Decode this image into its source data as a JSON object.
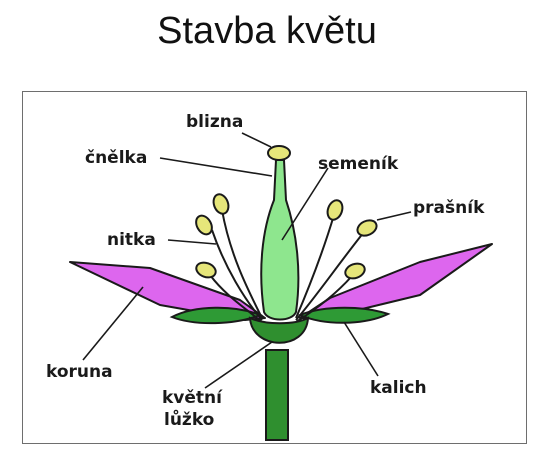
{
  "title": "Stavba květu",
  "labels": {
    "blizna": "blizna",
    "cnelka": "čnělka",
    "semenik": "semeník",
    "prasnik": "prašník",
    "nitka": "nitka",
    "koruna": "koruna",
    "kvetni_line1": "květní",
    "kvetni_line2": "lůžko",
    "kalich": "kalich"
  },
  "colors": {
    "petal": "#dd66ee",
    "sepal": "#2e9a35",
    "receptacle": "#2f8f2f",
    "pistil": "#8ee68e",
    "anther": "#e6e67a",
    "filament": "#1a1a1a"
  }
}
